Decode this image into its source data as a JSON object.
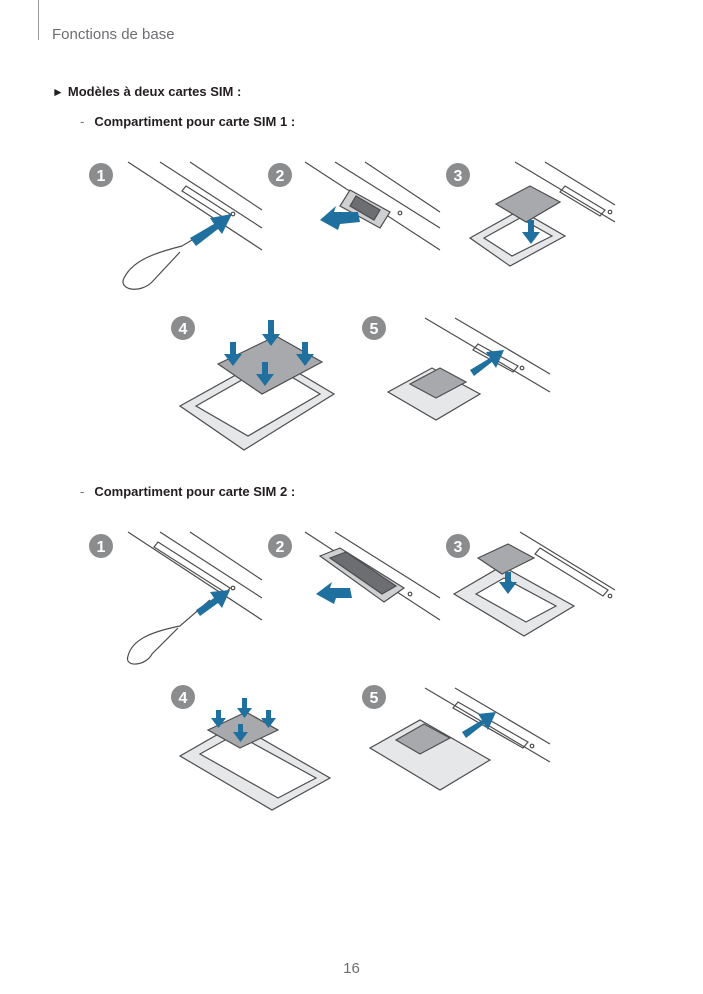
{
  "header": {
    "section_title": "Fonctions de base"
  },
  "heading": {
    "marker": "►",
    "text": "Modèles à deux cartes SIM :"
  },
  "subsections": [
    {
      "dash": "-",
      "text": "Compartiment pour carte SIM 1 :"
    },
    {
      "dash": "-",
      "text": "Compartiment pour carte SIM 2 :"
    }
  ],
  "steps": [
    "1",
    "2",
    "3",
    "4",
    "5"
  ],
  "colors": {
    "badge": "#8a8c8e",
    "arrow": "#1f6f9f",
    "line": "#4d4d4f",
    "card": "#a7a9ac"
  },
  "footer": {
    "page_number": "16"
  }
}
